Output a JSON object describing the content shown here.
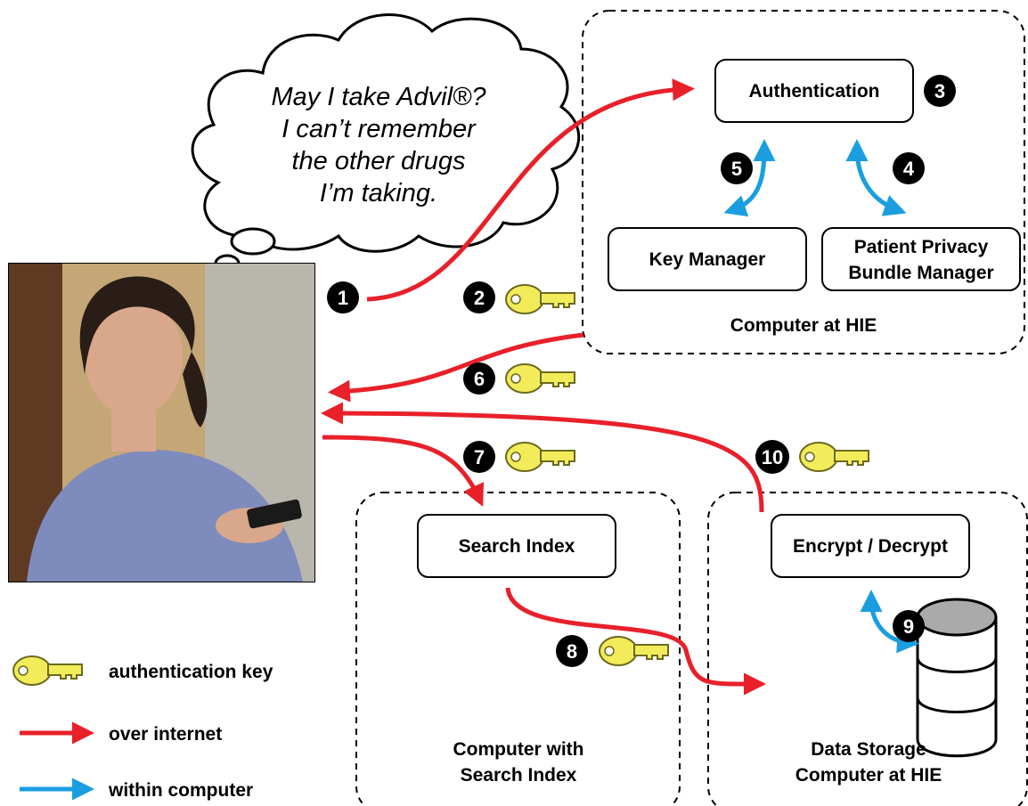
{
  "thought_bubble": {
    "lines": [
      "May I take Advil®?",
      "I can’t remember",
      "the other drugs",
      "I’m taking."
    ]
  },
  "groups": {
    "hie": {
      "label": "Computer at HIE"
    },
    "search": {
      "line1": "Computer with",
      "line2": "Search Index"
    },
    "storage": {
      "line1": "Data Storage",
      "line2": "Computer at HIE"
    }
  },
  "boxes": {
    "authentication": "Authentication",
    "key_manager": "Key Manager",
    "privacy_line1": "Patient Privacy",
    "privacy_line2": "Bundle Manager",
    "search_index": "Search Index",
    "encrypt_decrypt": "Encrypt / Decrypt"
  },
  "steps": [
    "1",
    "2",
    "3",
    "4",
    "5",
    "6",
    "7",
    "8",
    "9",
    "10"
  ],
  "legend": {
    "key": "authentication key",
    "internet": "over internet",
    "within": "within computer"
  },
  "colors": {
    "internet_arrow": "#e8202a",
    "within_arrow": "#1a9ee0",
    "key_fill": "#f2ec5a",
    "key_stroke": "#6b6a1e"
  }
}
